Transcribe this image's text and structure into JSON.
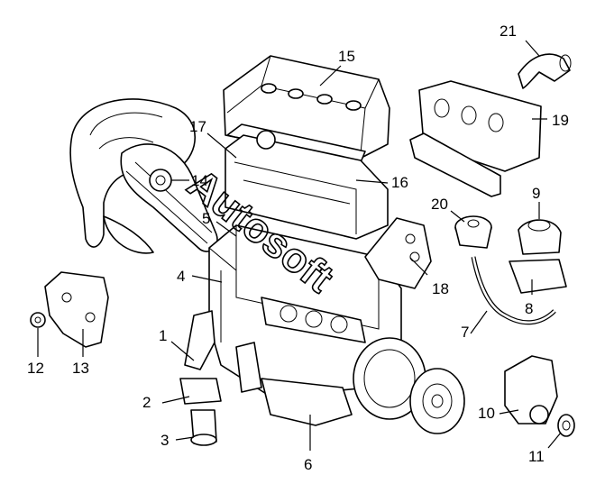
{
  "diagram": {
    "labels": [
      {
        "key": "p1",
        "text": "1"
      },
      {
        "key": "p2",
        "text": "2"
      },
      {
        "key": "p3",
        "text": "3"
      },
      {
        "key": "p4",
        "text": "4"
      },
      {
        "key": "p5",
        "text": "5"
      },
      {
        "key": "p6",
        "text": "6"
      },
      {
        "key": "p7",
        "text": "7"
      },
      {
        "key": "p8",
        "text": "8"
      },
      {
        "key": "p9",
        "text": "9"
      },
      {
        "key": "p10",
        "text": "10"
      },
      {
        "key": "p11",
        "text": "11"
      },
      {
        "key": "p12",
        "text": "12"
      },
      {
        "key": "p13",
        "text": "13"
      },
      {
        "key": "p14",
        "text": "14"
      },
      {
        "key": "p15",
        "text": "15"
      },
      {
        "key": "p16",
        "text": "16"
      },
      {
        "key": "p17",
        "text": "17"
      },
      {
        "key": "p18",
        "text": "18"
      },
      {
        "key": "p19",
        "text": "19"
      },
      {
        "key": "p20",
        "text": "20"
      },
      {
        "key": "p21",
        "text": "21"
      }
    ],
    "watermark": "Autosoft"
  }
}
